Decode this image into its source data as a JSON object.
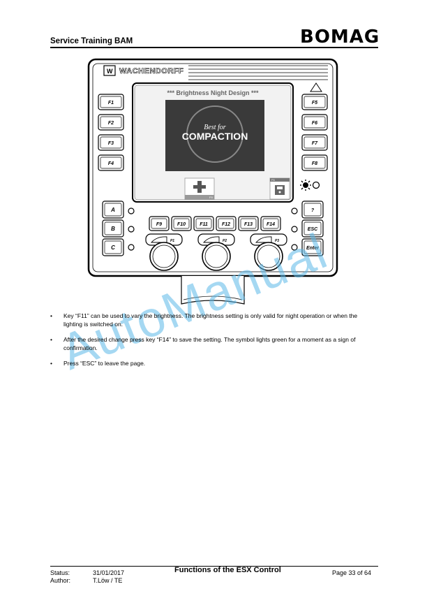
{
  "header": {
    "title": "Service Training BAM",
    "logo": "BOMAG"
  },
  "device": {
    "brand": "WACHENDORFF",
    "screen_title": "*** Brightness Night Design ***",
    "splash_line1": "Best for",
    "splash_line2": "COMPACTION",
    "softkey_left_label": "F9",
    "softkey_right_label": "F6",
    "left_keys": [
      "F1",
      "F2",
      "F3",
      "F4"
    ],
    "right_keys": [
      "F5",
      "F6",
      "F7",
      "F8"
    ],
    "side_left_keys": [
      "A",
      "B",
      "C"
    ],
    "side_right_keys": [
      "?",
      "ESC",
      "Enter"
    ],
    "bottom_keys": [
      "F9",
      "F10",
      "F11",
      "F12",
      "F13",
      "F14"
    ],
    "knob_labels": [
      "P1",
      "P2",
      "P3"
    ]
  },
  "bullets": [
    "Key “F11” can be used to vary the brightness. The brightness setting is only valid for night operation or when the lighting is switched on.",
    "After the desired change press key “F14” to save the setting. The symbol lights green for a moment as a sign of confirmation.",
    "Press “ESC” to leave the page."
  ],
  "watermark": "AutoManual",
  "footer": {
    "status_label": "Status:",
    "status_value": "31/01/2017",
    "author_label": "Author:",
    "author_value": "T.Löw / TE",
    "title": "Functions of the ESX Control",
    "page": "Page 33 of 64"
  }
}
